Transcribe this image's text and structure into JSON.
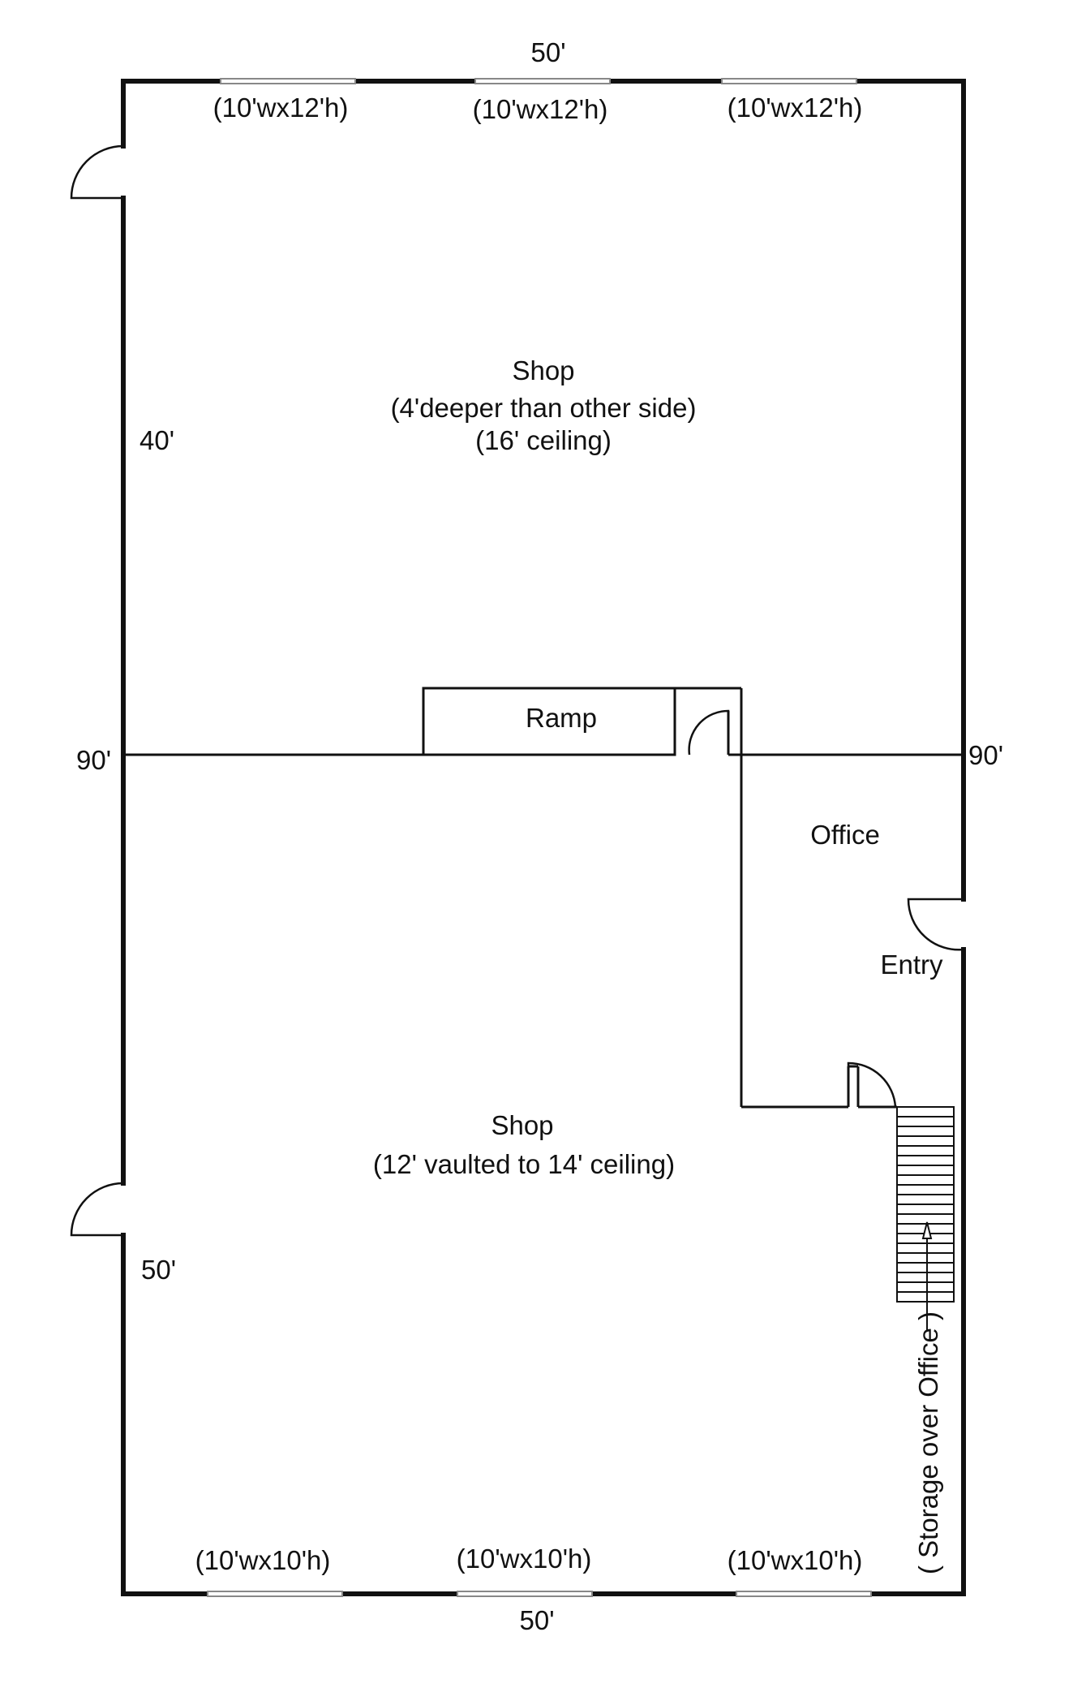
{
  "dimensions": {
    "top_width": "50'",
    "bottom_width": "50'",
    "left_upper": "40'",
    "left_lower": "50'",
    "left_mid": "90'",
    "right_mid": "90'"
  },
  "top_doors": [
    {
      "label": "(10'wx12'h)"
    },
    {
      "label": "(10'wx12'h)"
    },
    {
      "label": "(10'wx12'h)"
    }
  ],
  "bottom_doors": [
    {
      "label": "(10'wx10'h)"
    },
    {
      "label": "(10'wx10'h)"
    },
    {
      "label": "(10'wx10'h)"
    }
  ],
  "rooms": {
    "upper_shop": {
      "name": "Shop",
      "note1": "(4'deeper than other side)",
      "note2": "(16' ceiling)"
    },
    "lower_shop": {
      "name": "Shop",
      "note1": "(12' vaulted to 14' ceiling)"
    },
    "ramp": "Ramp",
    "office": "Office",
    "entry": "Entry",
    "storage": "( Storage over Office )"
  },
  "colors": {
    "line": "#111111",
    "window": "#999999",
    "background": "#ffffff"
  }
}
